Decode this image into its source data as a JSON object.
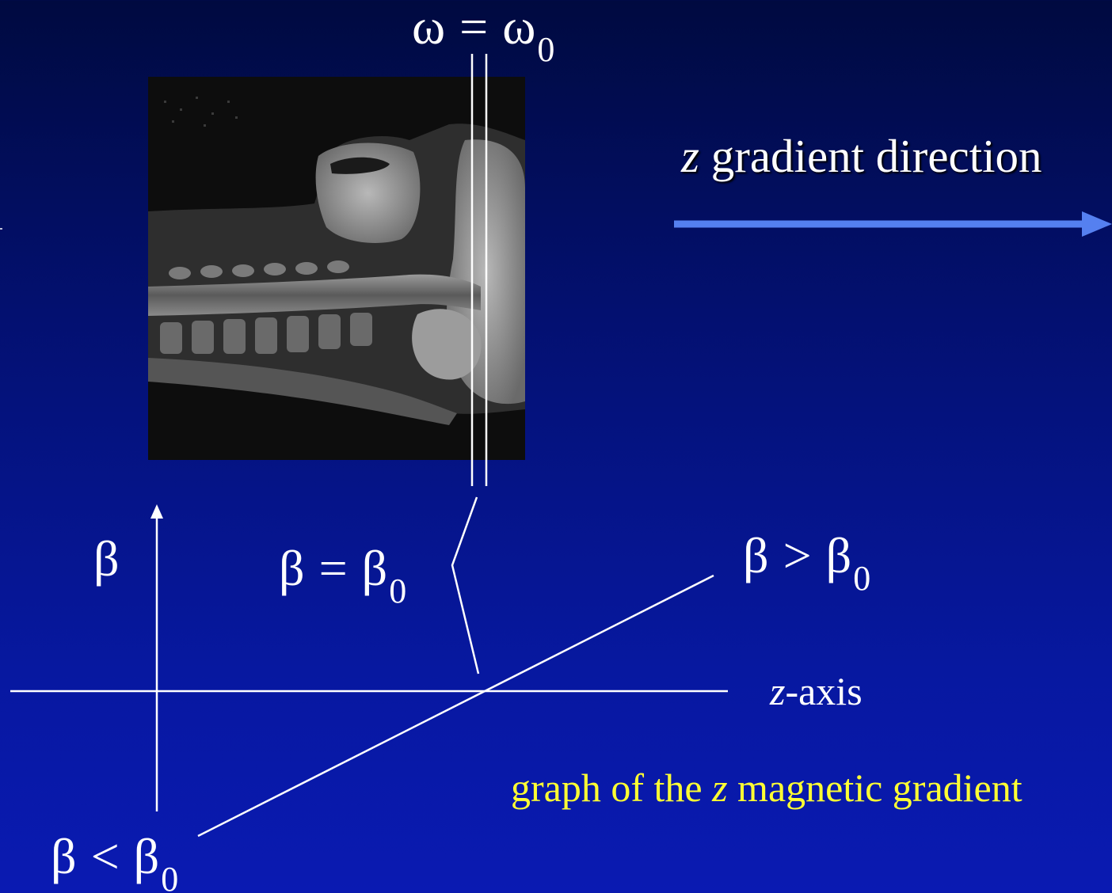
{
  "top_label": {
    "symbol": "ω",
    "relation": "=",
    "symbol2": "ω",
    "subscript": "0"
  },
  "gradient_title": {
    "var": "z",
    "rest": " gradient direction"
  },
  "beta_axis_label": "β",
  "beta_equal": {
    "symbol": "β",
    "relation": "=",
    "symbol2": "β",
    "subscript": "0"
  },
  "beta_greater": {
    "symbol": "β",
    "relation": ">",
    "symbol2": "β",
    "subscript": "0"
  },
  "beta_less": {
    "symbol": "β",
    "relation": "<",
    "symbol2": "β",
    "subscript": "0"
  },
  "z_axis_label": {
    "var": "z",
    "rest": "-axis"
  },
  "caption": {
    "before": "graph of the ",
    "var": "z",
    "after": " magnetic gradient"
  },
  "colors": {
    "background_top": "#000a40",
    "background_bottom": "#0a1ab2",
    "text": "#ffffff",
    "caption": "#ffff33",
    "arrow": "#5580f0"
  },
  "image": {
    "kind": "sagittal MRI scan of head and neck"
  }
}
